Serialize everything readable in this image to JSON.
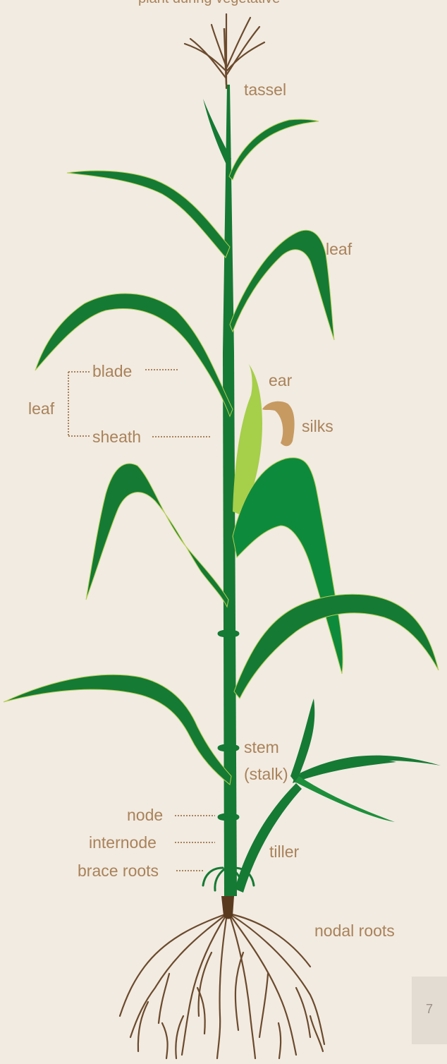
{
  "header_text": "plant during vegetative",
  "labels": {
    "tassel": "tassel",
    "leaf_upper": "leaf",
    "blade": "blade",
    "leaf_bracket": "leaf",
    "sheath": "sheath",
    "ear": "ear",
    "silks": "silks",
    "stem": "stem",
    "stalk": "(stalk)",
    "node": "node",
    "internode": "internode",
    "brace_roots": "brace roots",
    "tiller": "tiller",
    "nodal_roots": "nodal roots"
  },
  "page_number": "7",
  "colors": {
    "background": "#f2ebe1",
    "leaf_dark": "#157a33",
    "leaf_mid": "#1d8f3b",
    "leaf_edge": "#b3cf53",
    "ear_husk": "#a6cf4a",
    "silks": "#c79a62",
    "root": "#6b4a2d",
    "label": "#a9825a",
    "page_box": "#e3dcd2"
  }
}
